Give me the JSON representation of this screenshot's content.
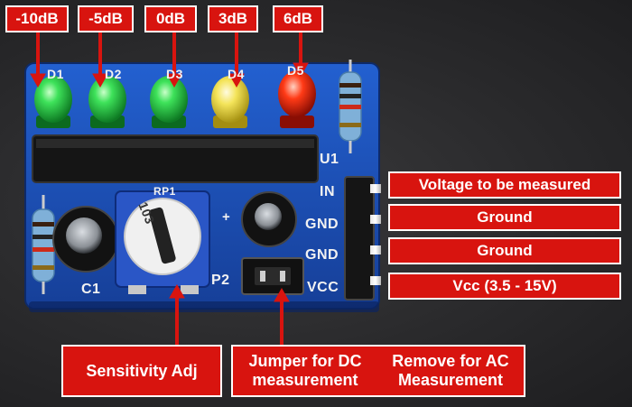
{
  "db_labels": [
    "-10dB",
    "-5dB",
    "0dB",
    "3dB",
    "6dB"
  ],
  "pin_labels": [
    "Voltage to be measured",
    "Ground",
    "Ground",
    "Vcc (3.5 - 15V)"
  ],
  "bottom_labels": {
    "sensitivity": "Sensitivity Adj",
    "jumper_line1": "Jumper for DC measurement",
    "jumper_line2": "Remove for AC Measurement"
  },
  "silkscreen": {
    "d1": "D1",
    "d2": "D2",
    "d3": "D3",
    "d4": "D4",
    "d5": "D5",
    "u1": "U1",
    "in": "IN",
    "gnd1": "GND",
    "gnd2": "GND",
    "vcc": "VCC",
    "c1": "C1",
    "p2": "P2",
    "rp1": "RP1",
    "pot_marking": "103",
    "plus": "+"
  },
  "colors": {
    "label_red": "#d8140f",
    "pcb_blue": "#1a4fb8",
    "led_green": "#2ecc40",
    "led_yellow": "#f2e24a",
    "led_red": "#e62a12"
  }
}
